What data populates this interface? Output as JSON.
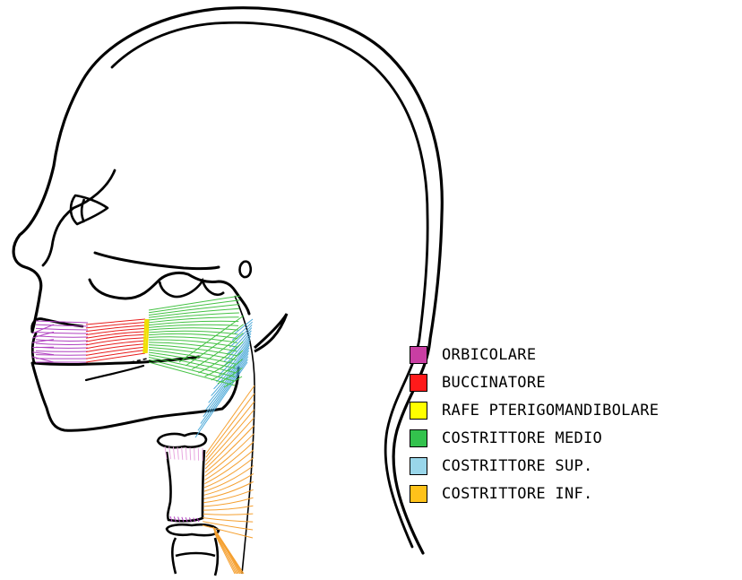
{
  "legend": {
    "items": [
      {
        "label": "ORBICOLARE",
        "color": "#c93ea3"
      },
      {
        "label": "BUCCINATORE",
        "color": "#ff1a1a"
      },
      {
        "label": "RAFE PTERIGOMANDIBOLARE",
        "color": "#ffff00"
      },
      {
        "label": "COSTRITTORE MEDIO",
        "color": "#33c24d"
      },
      {
        "label": "COSTRITTORE SUP.",
        "color": "#99d6ea"
      },
      {
        "label": "COSTRITTORE INF.",
        "color": "#ffc21a"
      }
    ]
  },
  "figure": {
    "lip_fiber_color": "#b040c0",
    "buccinator_fiber_color": "#e81c1c",
    "raphe_color": "#f0e000",
    "middle_constrictor_fiber_color": "#44c244",
    "superior_constrictor_fiber_color": "#4aa8d8",
    "inferior_constrictor_fiber_color": "#f5a030",
    "hyoid_fiber_color": "#e8a8e0"
  }
}
